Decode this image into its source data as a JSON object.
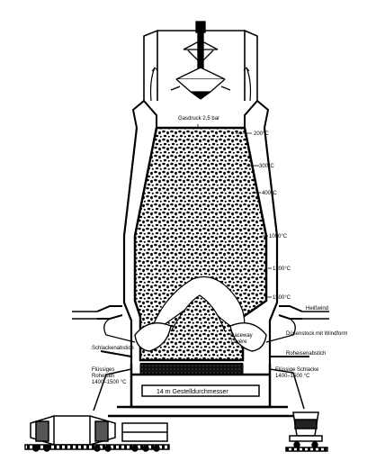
{
  "diagram": {
    "top_pressure_label": "Gasdruck 2,5 bar",
    "temperatures": [
      "200°C",
      "300°C",
      "400°C",
      "1000°C",
      "1200°C",
      "1500°C"
    ],
    "hot_blast_label": "Heißwind",
    "tuyere_label": "Düsenstock mit Windform",
    "tuyere_zone_label_1": "Raceway",
    "tuyere_zone_label_2": "Tuyère",
    "left_pipe_label": "Schlackenabstich",
    "right_pipe_label": "Roheisenabstich",
    "left_outlet_label_1": "Flüssiges",
    "left_outlet_label_2": "Roheisen",
    "left_outlet_label_3": "1400–1500 °C",
    "right_outlet_label_1": "Flüssige Schlacke",
    "right_outlet_label_2": "1400–1500 °C",
    "hearth_label": "14 m Gestelldurchmesser"
  },
  "colors": {
    "ink": "#000000",
    "paper": "#ffffff"
  }
}
